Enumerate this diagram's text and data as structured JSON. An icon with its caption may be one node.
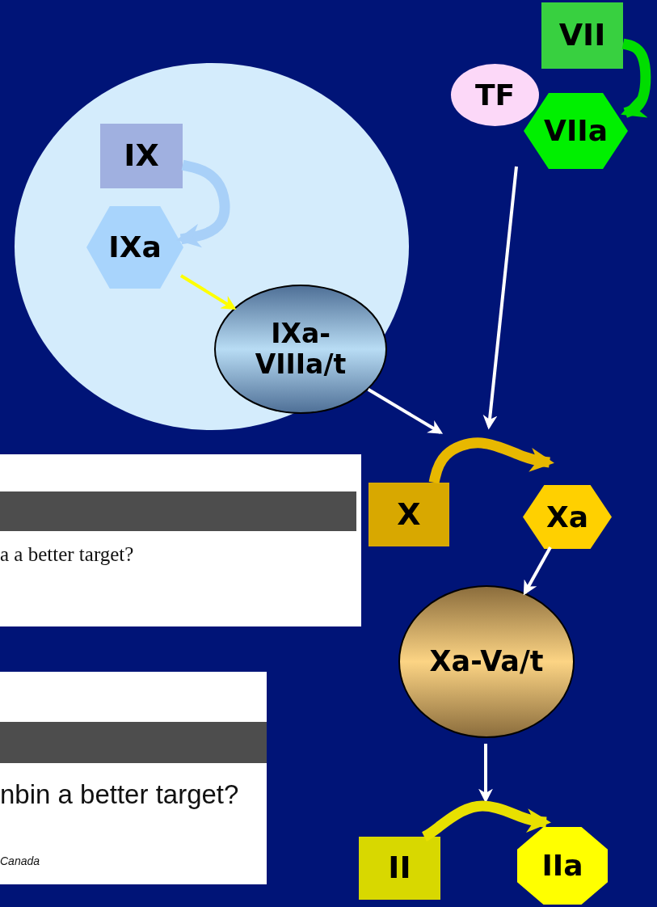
{
  "diagram": {
    "nodes": [
      {
        "text": [],
        "shape": "circle"
      },
      {
        "text": [
          "IX"
        ],
        "in": 0
      },
      {
        "text": [
          "IXa"
        ],
        "in": 0
      },
      {
        "text": [
          "IXa- VIIIa/t"
        ],
        "in": 0
      },
      {
        "text": [
          "VII"
        ]
      },
      {
        "text": [
          "TF"
        ]
      },
      {
        "text": [
          "VIIa"
        ]
      },
      {
        "text": [
          "X"
        ]
      },
      {
        "text": [
          "Xa"
        ]
      },
      {
        "text": [
          "Xa-Va/t"
        ]
      },
      {
        "text": [
          "II"
        ]
      },
      {
        "text": [
          "IIa"
        ]
      }
    ],
    "edges": [
      {
        "from": 1,
        "to": 2,
        "arrow": "to",
        "style": "thick",
        "color": "#a8d0f8"
      },
      {
        "from": 2,
        "to": 3,
        "arrow": "to",
        "color": "#ffff00"
      },
      {
        "from": 4,
        "to": 6,
        "arrow": "to",
        "style": "thick",
        "color": "#00dd00"
      },
      {
        "from": 3,
        "to": null,
        "arrow": "to"
      },
      {
        "from": 6,
        "to": null,
        "arrow": "to"
      },
      {
        "from": 7,
        "to": 8,
        "arrow": "to",
        "style": "thick",
        "color": "#e8b800"
      },
      {
        "from": 8,
        "to": 9,
        "arrow": "to"
      },
      {
        "from": 9,
        "to": null,
        "arrow": "to"
      },
      {
        "from": 10,
        "to": 11,
        "arrow": "to",
        "style": "thick",
        "color": "#e8e000"
      }
    ],
    "labels": [
      "a a better target?",
      "nbin a better target?",
      "Canada"
    ]
  }
}
